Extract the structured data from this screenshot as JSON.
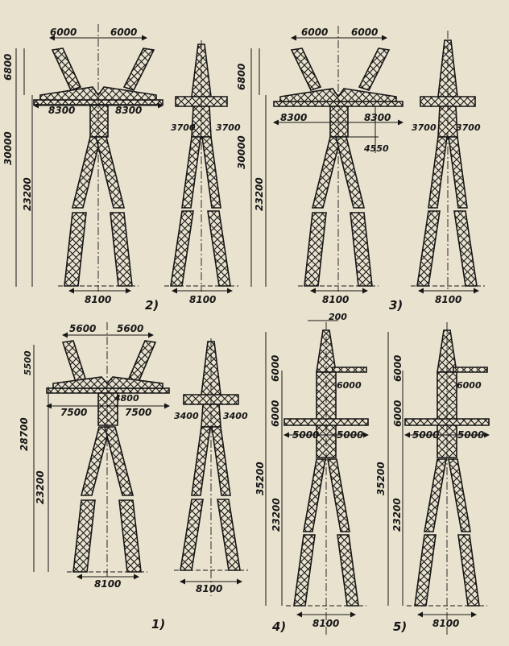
{
  "figures": [
    {
      "label": "2)",
      "front": {
        "arm_top_left": "6000",
        "arm_top_right": "6000",
        "top_height": "6800",
        "total_height": "30000",
        "leg_height": "23200",
        "crossarm_left": "8300",
        "crossarm_right": "8300",
        "base": "8100"
      },
      "side": {
        "arm_left": "3700",
        "arm_right": "3700",
        "base": "8100"
      }
    },
    {
      "label": "3)",
      "front": {
        "arm_top_left": "6000",
        "arm_top_right": "6000",
        "top_height": "6800",
        "total_height": "30000",
        "leg_height": "23200",
        "crossarm_left": "8300",
        "crossarm_right": "8300",
        "offset": "4550",
        "base": "8100"
      },
      "side": {
        "arm_left": "3700",
        "arm_right": "3700",
        "base": "8100"
      }
    },
    {
      "label": "1)",
      "front": {
        "arm_top_left": "5600",
        "arm_top_right": "5600",
        "top_height": "5500",
        "total_height": "28700",
        "leg_height": "23200",
        "crossarm_left": "7500",
        "crossarm_right": "7500",
        "window_width": "4800",
        "base": "8100"
      },
      "side": {
        "arm_left": "3400",
        "arm_right": "3400",
        "base": "8100"
      }
    },
    {
      "label": "4)",
      "top_offset": "200",
      "upper_height": "6000",
      "middle_height": "6000",
      "total_height": "35200",
      "leg_height": "23200",
      "upper_arm": "6000",
      "crossarm_left": "5000",
      "crossarm_right": "5000",
      "base": "8100"
    },
    {
      "label": "5)",
      "upper_height": "6000",
      "middle_height": "6000",
      "total_height": "35200",
      "leg_height": "23200",
      "upper_arm": "6000",
      "crossarm_left": "5000",
      "crossarm_right": "5000",
      "base": "8100"
    }
  ],
  "colors": {
    "paper": "#e9e2cf",
    "ink": "#161616"
  }
}
